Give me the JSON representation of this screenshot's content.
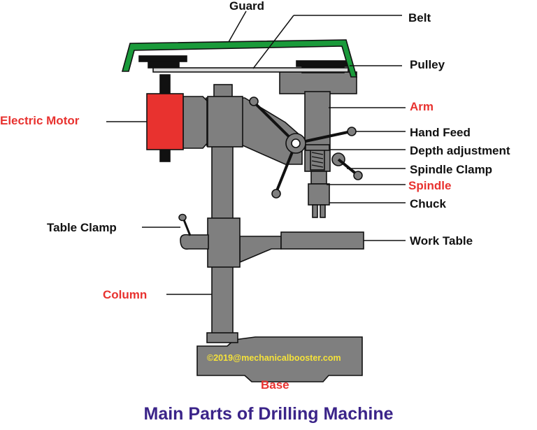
{
  "title": "Main Parts of Drilling Machine",
  "copyright": "©2019@mechanicalbooster.com",
  "colors": {
    "machine": "#7f7f7f",
    "outline": "#111111",
    "guard": "#1a9a3a",
    "motor": "#e8322f",
    "label_black": "#111111",
    "label_red": "#e8322f",
    "title": "#3b2489",
    "copyright": "#f5e23a"
  },
  "labels": {
    "guard": "Guard",
    "belt": "Belt",
    "pulley": "Pulley",
    "electric_motor": "Electric Motor",
    "arm": "Arm",
    "hand_feed": "Hand Feed",
    "depth_adjustment": "Depth adjustment",
    "spindle_clamp": "Spindle Clamp",
    "spindle": "Spindle",
    "chuck": "Chuck",
    "table_clamp": "Table Clamp",
    "work_table": "Work Table",
    "column": "Column",
    "base": "Base"
  }
}
